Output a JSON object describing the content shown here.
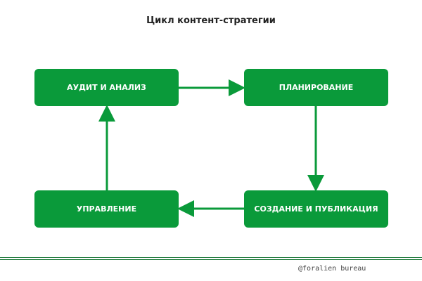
{
  "title": "Цикл контент-стратегии",
  "nodes": [
    "АУДИТ И АНАЛИЗ",
    "ПЛАНИРОВАНИЕ",
    "СОЗДАНИЕ И ПУБЛИКАЦИЯ",
    "УПРАВЛЕНИЕ"
  ],
  "footer": "@foralien bureau",
  "colors": {
    "accent": "#0a9a3a"
  }
}
